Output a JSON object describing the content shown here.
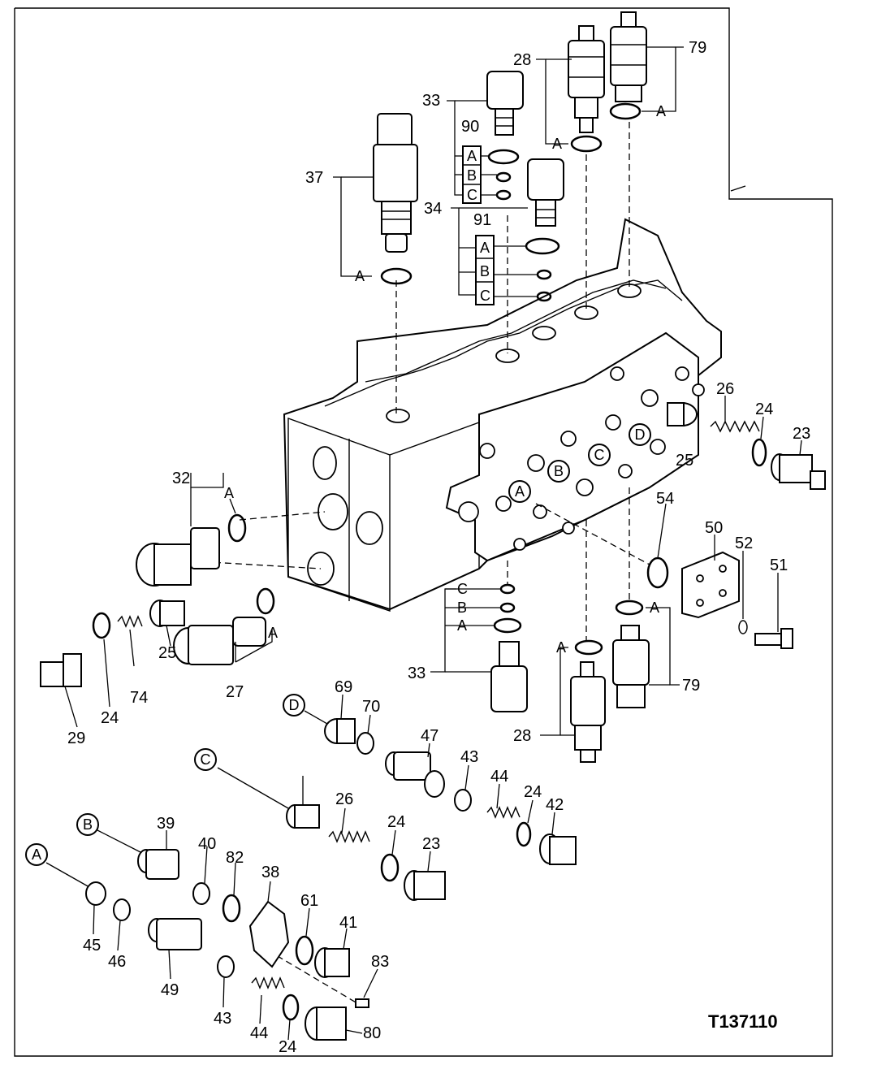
{
  "drawing_code": "T137110",
  "callouts": {
    "c79_top": "79",
    "c28_top": "28",
    "c33_top": "33",
    "c90": "90",
    "c37": "37",
    "c34": "34",
    "c91": "91",
    "c26_right": "26",
    "c24_right": "24",
    "c23_right": "23",
    "c25_right": "25",
    "c54": "54",
    "c32": "32",
    "c50": "50",
    "c52": "52",
    "c51": "51",
    "c25_left": "25",
    "c27": "27",
    "c24_left": "24",
    "c74": "74",
    "c29": "29",
    "c33_bot": "33",
    "c79_bot": "79",
    "c28_bot": "28",
    "c69": "69",
    "c70": "70",
    "c47": "47",
    "c43_mid": "43",
    "c44_mid": "44",
    "c24_mid": "24",
    "c42": "42",
    "c26_mid": "26",
    "c24_mid2": "24",
    "c23_mid": "23",
    "c39": "39",
    "c40": "40",
    "c82": "82",
    "c38": "38",
    "c61": "61",
    "c41": "41",
    "c83": "83",
    "c45": "45",
    "c46": "46",
    "c49": "49",
    "c43_bot": "43",
    "c44_bot": "44",
    "c24_bot": "24",
    "c80": "80"
  },
  "seal_letters": {
    "a79_top": "A",
    "a28_top": "A",
    "a90": "A",
    "b90": "B",
    "c90": "C",
    "a37": "A",
    "a91": "A",
    "b91": "B",
    "c91": "C",
    "a32": "A",
    "a27": "A",
    "c33b": "C",
    "b33b": "B",
    "a33b": "A",
    "a28_bot": "A",
    "a79_bot": "A"
  },
  "circle_letters": {
    "block_a": "A",
    "block_b": "B",
    "block_c": "C",
    "block_d": "D",
    "group_d": "D",
    "group_c": "C",
    "group_b": "B",
    "group_a": "A"
  }
}
